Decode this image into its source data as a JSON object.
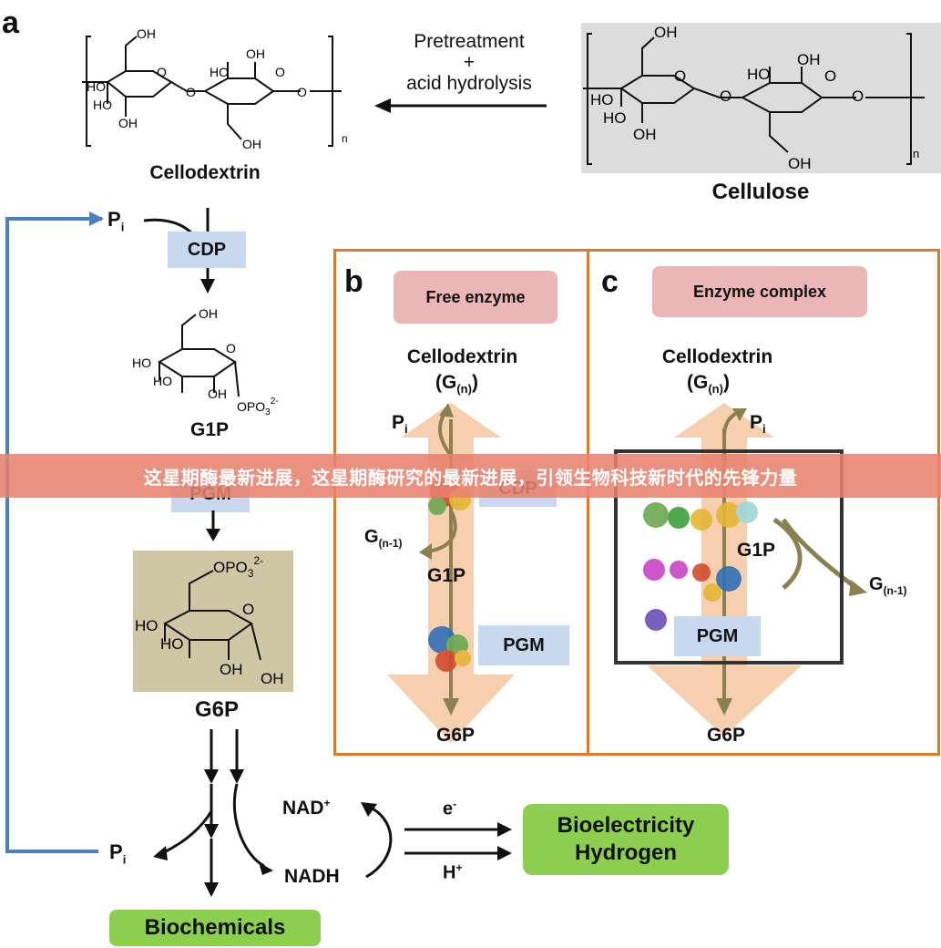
{
  "panels": {
    "a": "a",
    "b": "b",
    "c": "c"
  },
  "top": {
    "pretreatment_line1": "Pretreatment",
    "pretreatment_line2": "+",
    "pretreatment_line3": "acid hydrolysis",
    "cellodextrin_label": "Cellodextrin",
    "cellulose_label": "Cellulose",
    "polymer_subscript": "n"
  },
  "left_path": {
    "pi_top": "P",
    "pi_sub": "i",
    "cdp": "CDP",
    "g1p": "G1P",
    "pgm": "PGM",
    "g6p": "G6P",
    "nad": "NAD",
    "nad_sup": "+",
    "nadh": "NADH",
    "pi_bottom": "P",
    "pi_bottom_sub": "i",
    "e_minus": "e",
    "e_sup": "-",
    "h_plus": "H",
    "h_sup": "+",
    "bioelectricity": "Bioelectricity",
    "hydrogen": "Hydrogen",
    "biochemicals": "Biochemicals"
  },
  "molecule_labels": {
    "oh": "OH",
    "ho": "HO",
    "o": "O",
    "opo3": "OPO",
    "opo3_sub": "3",
    "opo3_sup": "2-"
  },
  "panel_b": {
    "title": "Free enzyme",
    "cellodextrin": "Cellodextrin",
    "g": "G",
    "g_sub": "(n)",
    "pi": "P",
    "pi_sub": "i",
    "cdp": "CDP",
    "g_minus": "G",
    "g_minus_sub": "(n-1)",
    "g1p": "G1P",
    "pgm": "PGM",
    "g6p": "G6P"
  },
  "panel_c": {
    "title": "Enzyme complex",
    "cellodextrin": "Cellodextrin",
    "g": "G",
    "g_sub": "(n)",
    "pi": "P",
    "pi_sub": "i",
    "g1p": "G1P",
    "g_minus": "G",
    "g_minus_sub": "(n-1)",
    "pgm": "PGM",
    "g6p": "G6P"
  },
  "banner": {
    "text": "这星期酶最新进展，这星期酶研究的最新进展，引领生物科技新时代的先锋力量"
  },
  "colors": {
    "orange_frame": "#e07a2a",
    "blue_box": "#c6d9ef",
    "pink_box": "#ecb6b6",
    "green_box": "#8ccf4f",
    "feedback_line": "#4a7fc1",
    "olive_arrow": "#8b8150",
    "peach_arrow": "#f6cfae",
    "cellulose_bg": "#dcdcdc",
    "g6p_bg": "#cfc6a4"
  }
}
